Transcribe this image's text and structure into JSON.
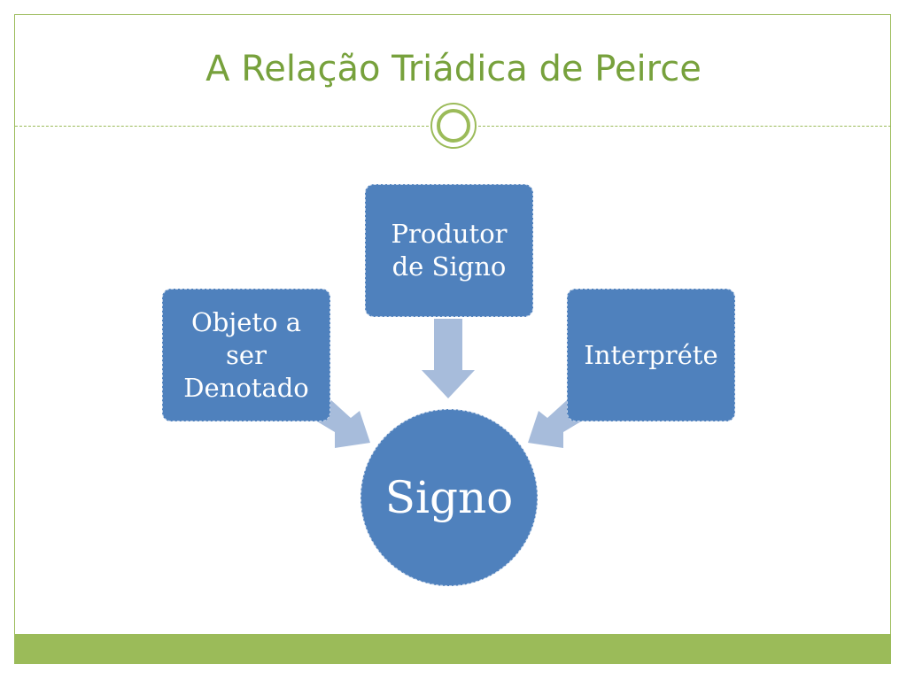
{
  "slide": {
    "title": "A Relação Triádica de Peirce"
  },
  "diagram": {
    "center": {
      "label": "Signo"
    },
    "nodes": {
      "produtor": {
        "line1": "Produtor",
        "line2": "de Signo"
      },
      "objeto": {
        "line1": "Objeto a",
        "line2": "ser",
        "line3": "Denotado"
      },
      "interprete": {
        "label": "Interpréte"
      }
    }
  },
  "colors": {
    "accent_green": "#9bbb59",
    "title_green": "#77a13c",
    "node_blue": "#4f81bd",
    "arrow_blue": "#a7bcdb"
  }
}
